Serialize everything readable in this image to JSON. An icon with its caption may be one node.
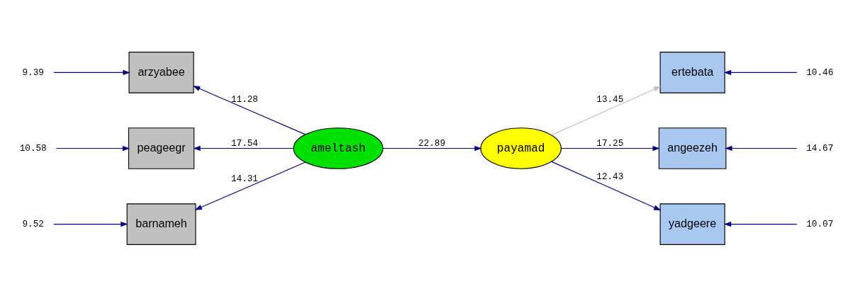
{
  "diagram": {
    "nodes": [
      {
        "text": [
          "barnameh"
        ]
      },
      {
        "text": [
          "arzyabee"
        ]
      },
      {
        "text": [
          "peageegr"
        ]
      },
      {
        "text": [
          "ameltash"
        ]
      },
      {
        "text": [
          "payamad"
        ]
      },
      {
        "text": [
          "ertebata"
        ]
      },
      {
        "text": [
          "angeezeh"
        ]
      },
      {
        "text": [
          "yadgeere"
        ]
      },
      {
        "text": [
          "9.52"
        ]
      },
      {
        "text": [
          "9.39"
        ]
      },
      {
        "text": [
          "10.58"
        ]
      },
      {
        "text": [
          "10.46"
        ]
      },
      {
        "text": [
          "14.67"
        ]
      },
      {
        "text": [
          "10.07"
        ]
      }
    ],
    "edges": [
      {
        "from": 8,
        "to": 0,
        "arrow": "to"
      },
      {
        "from": 9,
        "to": 1,
        "arrow": "to"
      },
      {
        "from": 10,
        "to": 2,
        "arrow": "to"
      },
      {
        "from": 3,
        "to": 0,
        "arrow": "to",
        "label": "14.31"
      },
      {
        "from": 3,
        "to": 1,
        "arrow": "to",
        "label": "11.28"
      },
      {
        "from": 3,
        "to": 2,
        "arrow": "to",
        "label": "17.54"
      },
      {
        "from": 3,
        "to": 4,
        "arrow": "to",
        "label": "22.89"
      },
      {
        "from": 4,
        "to": 5,
        "arrow": "to",
        "label": "13.45",
        "color": "#c0c0c0"
      },
      {
        "from": 4,
        "to": 6,
        "arrow": "to",
        "label": "17.25"
      },
      {
        "from": 4,
        "to": 7,
        "arrow": "to",
        "label": "12.43"
      },
      {
        "from": 11,
        "to": 5,
        "arrow": "to"
      },
      {
        "from": 12,
        "to": 6,
        "arrow": "to"
      },
      {
        "from": 13,
        "to": 7,
        "arrow": "to"
      }
    ]
  }
}
